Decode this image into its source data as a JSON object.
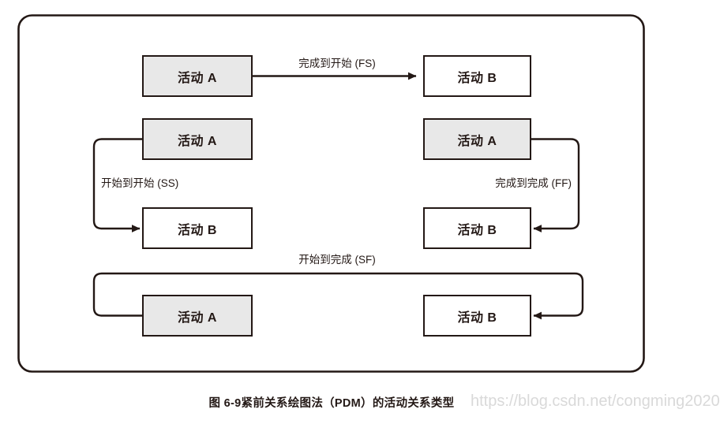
{
  "figure": {
    "caption": "图 6-9紧前关系绘图法（PDM）的活动关系类型",
    "watermark": "https://blog.csdn.net/congming2020",
    "frame_color": "#231815",
    "node_fill_a": "#e8e8e8",
    "node_fill_b": "#ffffff",
    "line_color": "#231815"
  },
  "relations": [
    {
      "id": "fs",
      "code": "FS",
      "label": "完成到开始 (FS)",
      "from_node": "活动 A",
      "to_node": "活动 B"
    },
    {
      "id": "ss",
      "code": "SS",
      "label": "开始到开始 (SS)",
      "from_node": "活动 A",
      "to_node": "活动 B"
    },
    {
      "id": "ff",
      "code": "FF",
      "label": "完成到完成 (FF)",
      "from_node": "活动 A",
      "to_node": "活动 B"
    },
    {
      "id": "sf",
      "code": "SF",
      "label": "开始到完成 (SF)",
      "from_node": "活动 A",
      "to_node": "活动 B"
    }
  ],
  "nodes": {
    "fs_a": "活动 A",
    "fs_b": "活动 B",
    "ss_a": "活动 A",
    "ss_b": "活动 B",
    "ff_a": "活动 A",
    "ff_b": "活动 B",
    "sf_a": "活动 A",
    "sf_b": "活动 B"
  }
}
